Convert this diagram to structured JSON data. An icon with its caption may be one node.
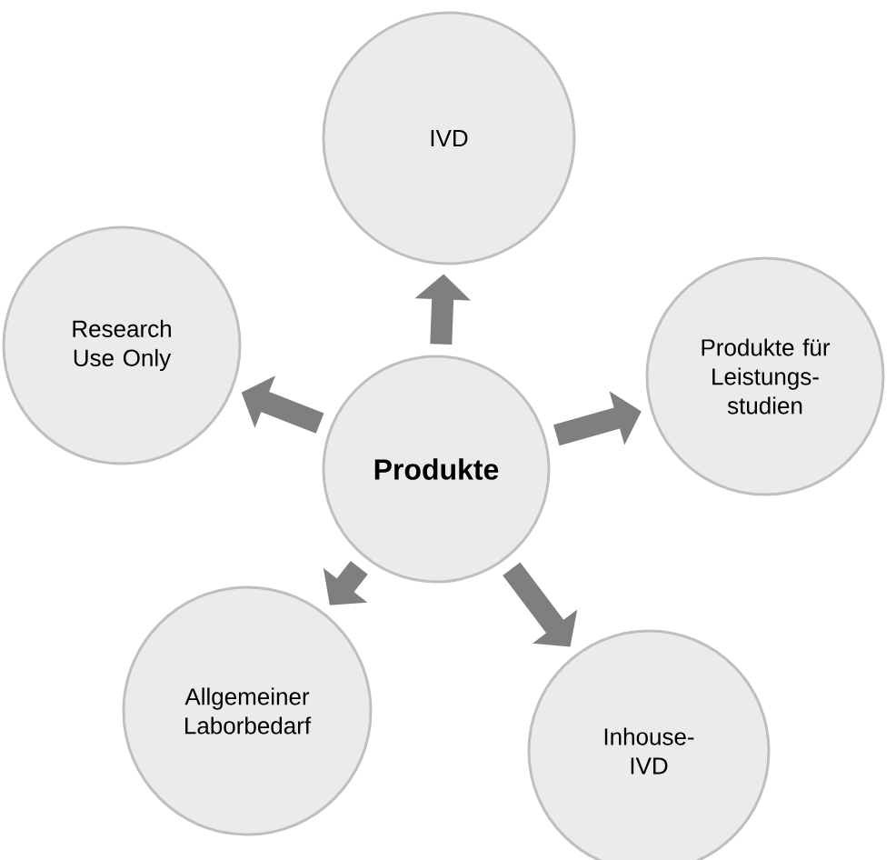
{
  "diagram": {
    "nodes": [
      {
        "text": [
          "Produkte"
        ]
      },
      {
        "text": [
          "IVD"
        ]
      },
      {
        "text": [
          "Produkte für Leistungs- studien"
        ]
      },
      {
        "text": [
          "Inhouse- IVD"
        ]
      },
      {
        "text": [
          "Allgemeiner Laborbedarf"
        ]
      },
      {
        "text": [
          "Research Use Only"
        ]
      }
    ],
    "edges": [
      {
        "from": 0,
        "to": 1,
        "arrow": "to"
      },
      {
        "from": 0,
        "to": 2,
        "arrow": "to"
      },
      {
        "from": 0,
        "to": 3,
        "arrow": "to"
      },
      {
        "from": 0,
        "to": 4,
        "arrow": "to"
      },
      {
        "from": 0,
        "to": 5,
        "arrow": "to"
      }
    ]
  }
}
